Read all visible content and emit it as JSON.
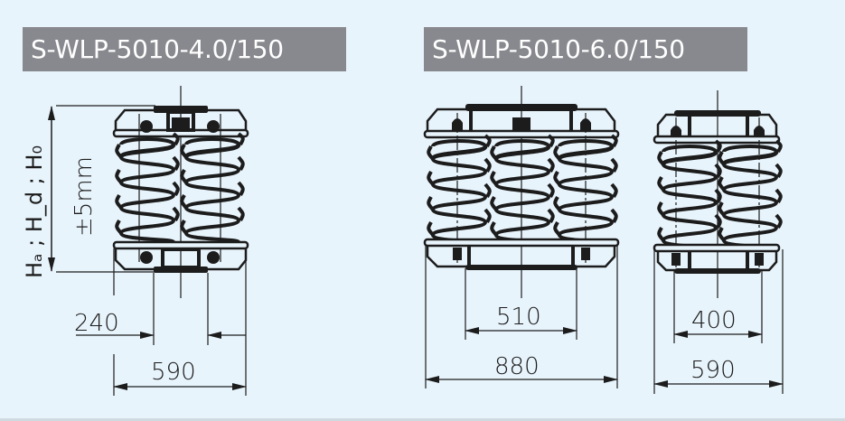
{
  "background_color": "#e8f4fc",
  "title_bg_color": "#88898e",
  "line_color": "#1c1c1c",
  "models": [
    {
      "title": "S-WLP-5010-4.0/150",
      "springs": 2,
      "views": [
        {
          "name": "single-view",
          "inner_dimension": "240",
          "outer_dimension": "590"
        }
      ]
    },
    {
      "title": "S-WLP-5010-6.0/150",
      "springs": 3,
      "views": [
        {
          "name": "front-view",
          "inner_dimension": "510",
          "outer_dimension": "880"
        },
        {
          "name": "side-view",
          "inner_dimension": "400",
          "outer_dimension": "590"
        }
      ]
    }
  ],
  "height_annotation": {
    "label": "Hₐ ; H_d ; H₀",
    "labels": [
      "Hₐ",
      ";",
      "H",
      "d",
      ";",
      "H"
    ],
    "tolerance": "±5mm"
  },
  "icons": [
    "coil-spring-icon",
    "mounting-bolt-icon",
    "dimension-arrow-icon",
    "centerline-icon"
  ]
}
